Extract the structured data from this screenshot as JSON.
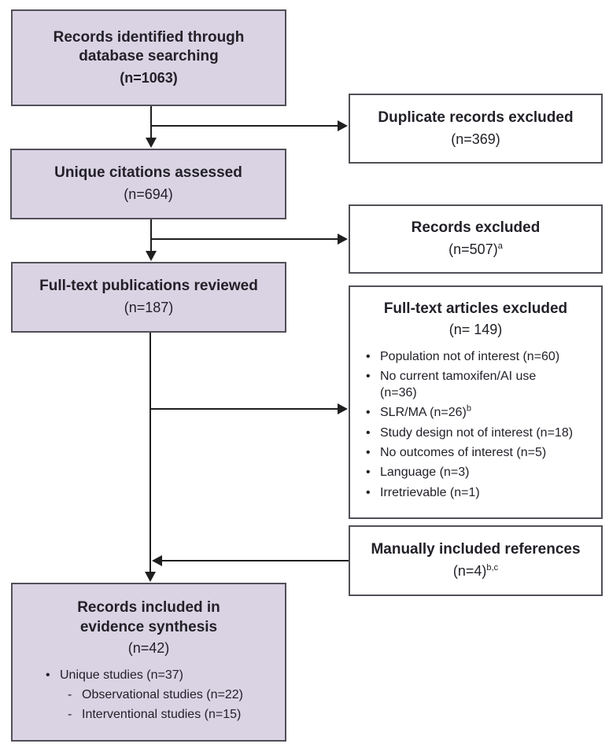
{
  "markers": {
    "dot": "•",
    "dash": "-"
  },
  "colors": {
    "box_fill_purple": "#d9d3e4",
    "box_fill_white": "#ffffff",
    "box_border": "#524f58",
    "connector": "#1f1f1f",
    "text": "#232028"
  },
  "boxes": {
    "records_identified": {
      "title": "Records identified through\ndatabase searching",
      "n": "(n=1063)"
    },
    "duplicate_excluded": {
      "title": "Duplicate records excluded",
      "n": "(n=369)"
    },
    "unique_citations": {
      "title": "Unique citations assessed",
      "n": "(n=694)"
    },
    "records_excluded": {
      "title": "Records excluded",
      "n": "(n=507)",
      "sup": "a"
    },
    "fulltext_reviewed": {
      "title": "Full-text publications reviewed",
      "n": "(n=187)"
    },
    "fulltext_excluded": {
      "title": "Full-text articles excluded",
      "n": "(n= 149)",
      "bullets": [
        {
          "text": "Population not of interest (n=60)",
          "sup": ""
        },
        {
          "text": "No current tamoxifen/AI use\n(n=36)",
          "sup": ""
        },
        {
          "text": "SLR/MA (n=26)",
          "sup": "b"
        },
        {
          "text": "Study design not of interest (n=18)",
          "sup": ""
        },
        {
          "text": "No outcomes of interest (n=5)",
          "sup": ""
        },
        {
          "text": "Language (n=3)",
          "sup": ""
        },
        {
          "text": "Irretrievable (n=1)",
          "sup": ""
        }
      ]
    },
    "manually_included": {
      "title": "Manually included references",
      "n": "(n=4)",
      "sup": "b,c"
    },
    "records_included": {
      "title": "Records included in\nevidence synthesis",
      "n": "(n=42)",
      "bullet": "Unique studies (n=37)",
      "sub_bullets": [
        "Observational studies (n=22)",
        "Interventional studies (n=15)"
      ]
    }
  }
}
